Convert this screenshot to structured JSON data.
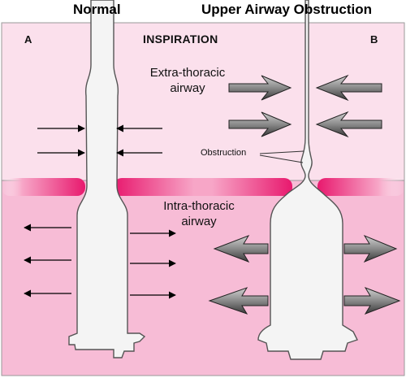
{
  "titles": {
    "normal": "Normal",
    "obstruction": "Upper Airway Obstruction"
  },
  "panels": {
    "left_letter": "A",
    "right_letter": "B"
  },
  "phase_label": "INSPIRATION",
  "zones": {
    "extra_thoracic_line1": "Extra-thoracic",
    "extra_thoracic_line2": "airway",
    "intra_thoracic_line1": "Intra-thoracic",
    "intra_thoracic_line2": "airway"
  },
  "annotation": {
    "obstruction": "Obstruction"
  },
  "colors": {
    "upper_zone": "#fbe0ec",
    "lower_zone": "#f7bcd6",
    "diaphragm_band": "#e8196e",
    "airway_fill": "#f4f4f4",
    "arrow_gray": "#8a8a8a"
  }
}
